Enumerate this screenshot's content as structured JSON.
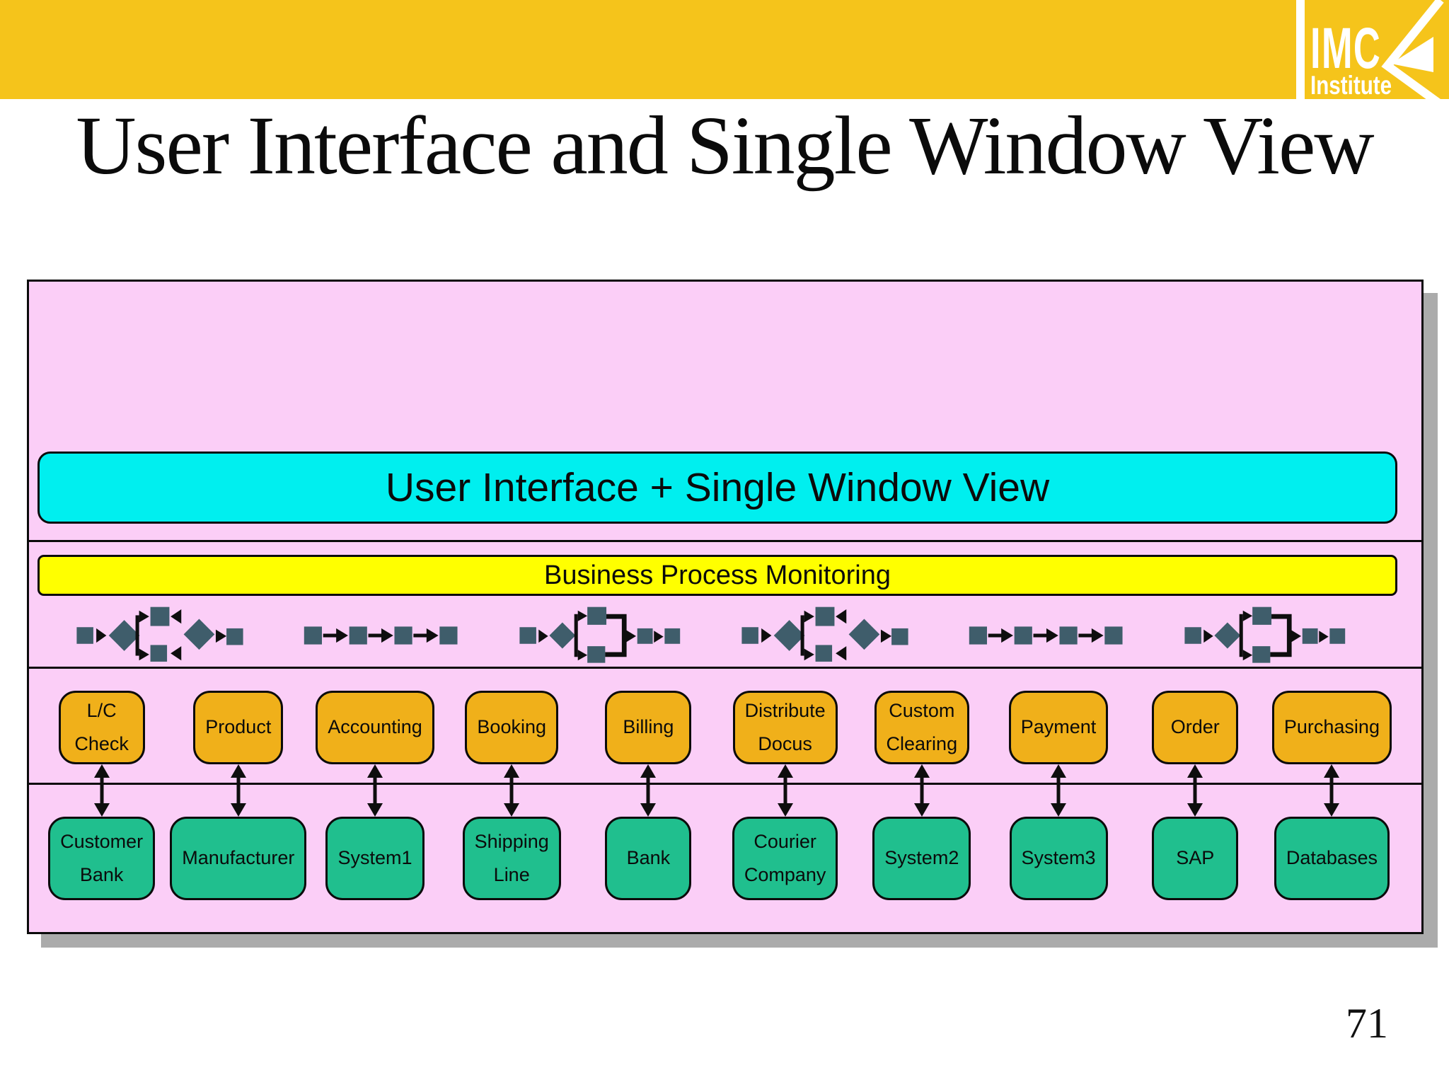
{
  "header": {
    "logo": {
      "line1": "IMC",
      "line2": "Institute",
      "mark_icon": "fold-chevron-icon"
    },
    "bar_color": "#F5C41B"
  },
  "slide": {
    "title": "User Interface and Single Window View",
    "page_number": "71"
  },
  "diagram": {
    "ui_banner": "User Interface + Single Window View",
    "bpm_banner": "Business Process Monitoring",
    "process_icons": [
      "branch-flow-icon",
      "linear-flow-icon",
      "loop-flow-icon",
      "branch-flow-icon",
      "linear-flow-icon",
      "loop-flow-icon"
    ],
    "columns": [
      {
        "top": "L/C\nCheck",
        "bottom": "Customer\nBank"
      },
      {
        "top": "Product",
        "bottom": "Manufacturer"
      },
      {
        "top": "Accounting",
        "bottom": "System1"
      },
      {
        "top": "Booking",
        "bottom": "Shipping\nLine"
      },
      {
        "top": "Billing",
        "bottom": "Bank"
      },
      {
        "top": "Distribute\nDocus",
        "bottom": "Courier\nCompany"
      },
      {
        "top": "Custom\nClearing",
        "bottom": "System2"
      },
      {
        "top": "Payment",
        "bottom": "System3"
      },
      {
        "top": "Order",
        "bottom": "SAP"
      },
      {
        "top": "Purchasing",
        "bottom": "Databases"
      }
    ],
    "colors": {
      "panel_bg": "#FBCEF7",
      "ui_banner_bg": "#00EFEF",
      "bpm_banner_bg": "#FFFF00",
      "top_box_bg": "#F0B01A",
      "bottom_box_bg": "#20BF8E",
      "icon_shape": "#3F5D6B",
      "panel_shadow": "#ABABAB",
      "header_bar": "#F5C41B"
    }
  }
}
